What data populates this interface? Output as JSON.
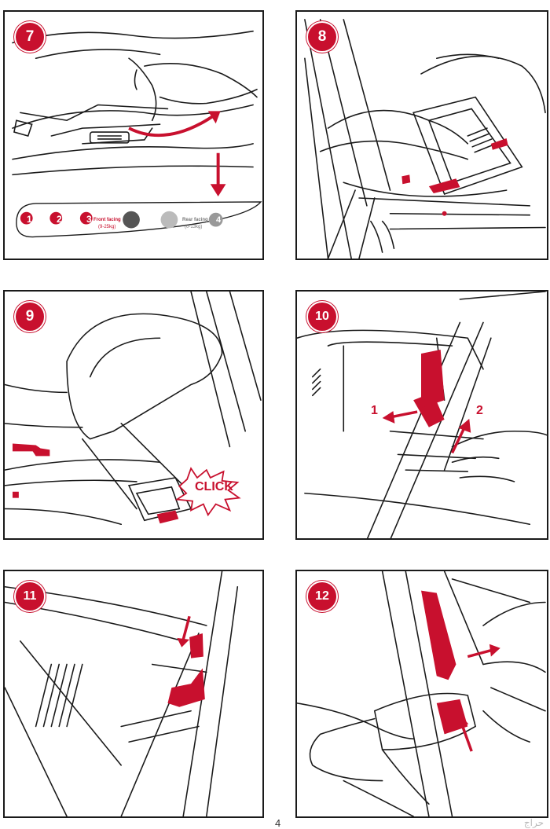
{
  "steps": [
    {
      "number": "7"
    },
    {
      "number": "8"
    },
    {
      "number": "9"
    },
    {
      "number": "10"
    },
    {
      "number": "11"
    },
    {
      "number": "12"
    }
  ],
  "step7": {
    "positions": [
      "1",
      "2",
      "3",
      "4"
    ],
    "front_facing": "Front facing",
    "front_weight": "(9-25kg)",
    "rear_facing": "Rear facing",
    "rear_weight": "(0-13kg)"
  },
  "step9": {
    "click_label": "CLICK"
  },
  "step10": {
    "arrow1": "1",
    "arrow2": "2"
  },
  "page_number": "4",
  "watermark": "حراج",
  "colors": {
    "accent": "#c8102e",
    "line": "#1a1a1a",
    "grey": "#9a9a9a"
  }
}
